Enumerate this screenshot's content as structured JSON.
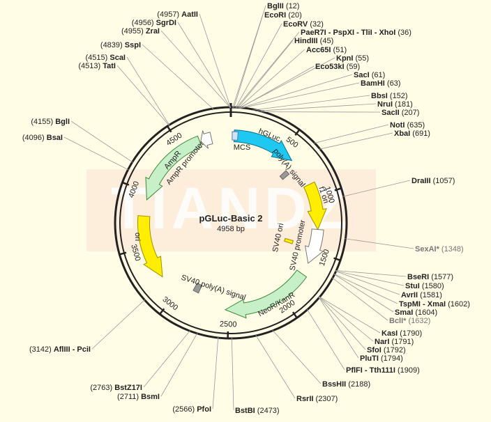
{
  "plasmid": {
    "name": "pGLuc-Basic 2",
    "length": "4958 bp",
    "total_bp": 4958
  },
  "watermark": "TIANDZ",
  "colors": {
    "background": "#fffde6",
    "watermark": "#f8d7cb",
    "backbone": "#222222"
  },
  "ticks": [
    {
      "label": "500",
      "bp": 500
    },
    {
      "label": "1000",
      "bp": 1000
    },
    {
      "label": "1500",
      "bp": 1500
    },
    {
      "label": "2000",
      "bp": 2000
    },
    {
      "label": "2500",
      "bp": 2500
    },
    {
      "label": "3000",
      "bp": 3000
    },
    {
      "label": "3500",
      "bp": 3500
    },
    {
      "label": "4000",
      "bp": 4000
    },
    {
      "label": "4500",
      "bp": 4500
    }
  ],
  "features": [
    {
      "name": "hGLuc",
      "kind": "arrow",
      "start": 30,
      "end": 610,
      "ring": 125,
      "color": "#1ec8f0",
      "stroke": "#0a6f8c",
      "label": "hGLuc"
    },
    {
      "name": "MCS",
      "kind": "box",
      "start": 12,
      "end": 63,
      "ring": 125,
      "color": "#cfe3f5",
      "stroke": "#5577aa",
      "label": "MCS"
    },
    {
      "name": "polyA",
      "kind": "box",
      "start": 640,
      "end": 690,
      "ring": 103,
      "color": "#999999",
      "stroke": "#666666",
      "label": "poly(A) signal"
    },
    {
      "name": "f1 ori",
      "kind": "arrow",
      "start": 880,
      "end": 1300,
      "ring": 125,
      "color": "#ffee00",
      "stroke": "#a09000",
      "label": "f1 ori"
    },
    {
      "name": "SV40 ori",
      "kind": "box",
      "start": 1460,
      "end": 1500,
      "ring": 87,
      "color": "#ffee00",
      "stroke": "#a09000",
      "label": "SV40 ori"
    },
    {
      "name": "SV40 promoter",
      "kind": "arrow",
      "start": 1300,
      "end": 1620,
      "ring": 125,
      "color": "#ffffff",
      "stroke": "#777777",
      "label": "SV40 promoter"
    },
    {
      "name": "NeoR/KanR",
      "kind": "arrow",
      "start": 1730,
      "end": 2530,
      "ring": 125,
      "color": "#c8f0c8",
      "stroke": "#3a8a3a",
      "label": "NeoR/KanR"
    },
    {
      "name": "SV40 polyA",
      "kind": "box",
      "start": 2820,
      "end": 2880,
      "ring": 105,
      "color": "#999999",
      "stroke": "#666666",
      "label": "SV40 poly(A) signal"
    },
    {
      "name": "ori",
      "kind": "arrow",
      "start": 3190,
      "end": 3780,
      "ring": 125,
      "color": "#ffee00",
      "stroke": "#a09000",
      "label": "ori",
      "reverse": true
    },
    {
      "name": "AmpR",
      "kind": "arrow",
      "start": 3930,
      "end": 4670,
      "ring": 125,
      "color": "#c8f0c8",
      "stroke": "#3a8a3a",
      "label": "AmpR",
      "reverse": true
    },
    {
      "name": "AmpR promoter",
      "kind": "arrow",
      "start": 4680,
      "end": 4780,
      "ring": 125,
      "color": "#ffffff",
      "stroke": "#777777",
      "label": "AmpR promoter",
      "reverse": true
    }
  ],
  "sites": [
    {
      "name": "BglII",
      "pos": "(12)",
      "anchor": "start",
      "gray": false
    },
    {
      "name": "EcoRI",
      "pos": "(20)",
      "anchor": "start",
      "gray": false
    },
    {
      "name": "EcoRV",
      "pos": "(32)",
      "anchor": "start",
      "gray": false
    },
    {
      "name": "PaeR7I - PspXI - TliI - XhoI",
      "pos": "(36)",
      "anchor": "start",
      "gray": false
    },
    {
      "name": "HindIII",
      "pos": "(45)",
      "anchor": "start",
      "gray": false
    },
    {
      "name": "Acc65I",
      "pos": "(51)",
      "anchor": "start",
      "gray": false
    },
    {
      "name": "KpnI",
      "pos": "(55)",
      "anchor": "start",
      "gray": false
    },
    {
      "name": "Eco53kI",
      "pos": "(59)",
      "anchor": "start",
      "gray": false
    },
    {
      "name": "SacI",
      "pos": "(61)",
      "anchor": "start",
      "gray": false
    },
    {
      "name": "BamHI",
      "pos": "(63)",
      "anchor": "start",
      "gray": false
    },
    {
      "name": "BbsI",
      "pos": "(152)",
      "anchor": "start",
      "gray": false
    },
    {
      "name": "NruI",
      "pos": "(181)",
      "anchor": "start",
      "gray": false
    },
    {
      "name": "SacII",
      "pos": "(207)",
      "anchor": "start",
      "gray": false
    },
    {
      "name": "NotI",
      "pos": "(635)",
      "anchor": "start",
      "gray": false
    },
    {
      "name": "XbaI",
      "pos": "(691)",
      "anchor": "start",
      "gray": false
    },
    {
      "name": "DraIII",
      "pos": "(1057)",
      "anchor": "start",
      "gray": false
    },
    {
      "name": "SexAI*",
      "pos": "(1348)",
      "anchor": "start",
      "gray": true
    },
    {
      "name": "BseRI",
      "pos": "(1577)",
      "anchor": "start",
      "gray": false
    },
    {
      "name": "StuI",
      "pos": "(1580)",
      "anchor": "start",
      "gray": false
    },
    {
      "name": "AvrII",
      "pos": "(1581)",
      "anchor": "start",
      "gray": false
    },
    {
      "name": "TspMI - XmaI",
      "pos": "(1602)",
      "anchor": "start",
      "gray": false
    },
    {
      "name": "SmaI",
      "pos": "(1604)",
      "anchor": "start",
      "gray": false
    },
    {
      "name": "BclI*",
      "pos": "(1632)",
      "anchor": "start",
      "gray": true
    },
    {
      "name": "KasI",
      "pos": "(1790)",
      "anchor": "start",
      "gray": false
    },
    {
      "name": "NarI",
      "pos": "(1791)",
      "anchor": "start",
      "gray": false
    },
    {
      "name": "SfoI",
      "pos": "(1792)",
      "anchor": "start",
      "gray": false
    },
    {
      "name": "PluTI",
      "pos": "(1794)",
      "anchor": "start",
      "gray": false
    },
    {
      "name": "PflFI - Tth111I",
      "pos": "(1909)",
      "anchor": "start",
      "gray": false
    },
    {
      "name": "BssHII",
      "pos": "(2188)",
      "anchor": "start",
      "gray": false
    },
    {
      "name": "RsrII",
      "pos": "(2307)",
      "anchor": "start",
      "gray": false
    },
    {
      "name": "BstBI",
      "pos": "(2473)",
      "anchor": "start",
      "gray": false
    },
    {
      "name": "PfoI",
      "pos": "(2566)",
      "anchor": "end",
      "gray": false
    },
    {
      "name": "BsmI",
      "pos": "(2711)",
      "anchor": "end",
      "gray": false
    },
    {
      "name": "BstZ17I",
      "pos": "(2763)",
      "anchor": "end",
      "gray": false
    },
    {
      "name": "AflIII - PciI",
      "pos": "(3142)",
      "anchor": "end",
      "gray": false
    },
    {
      "name": "BsaI",
      "pos": "(4096)",
      "anchor": "end",
      "gray": false
    },
    {
      "name": "BglI",
      "pos": "(4155)",
      "anchor": "end",
      "gray": false
    },
    {
      "name": "TatI",
      "pos": "(4513)",
      "anchor": "end",
      "gray": false
    },
    {
      "name": "ScaI",
      "pos": "(4515)",
      "anchor": "end",
      "gray": false
    },
    {
      "name": "SspI",
      "pos": "(4839)",
      "anchor": "end",
      "gray": false
    },
    {
      "name": "ZraI",
      "pos": "(4955)",
      "anchor": "end",
      "gray": false
    },
    {
      "name": "SgrDI",
      "pos": "(4956)",
      "anchor": "end",
      "gray": false
    },
    {
      "name": "AatII",
      "pos": "(4957)",
      "anchor": "end",
      "gray": false
    }
  ]
}
